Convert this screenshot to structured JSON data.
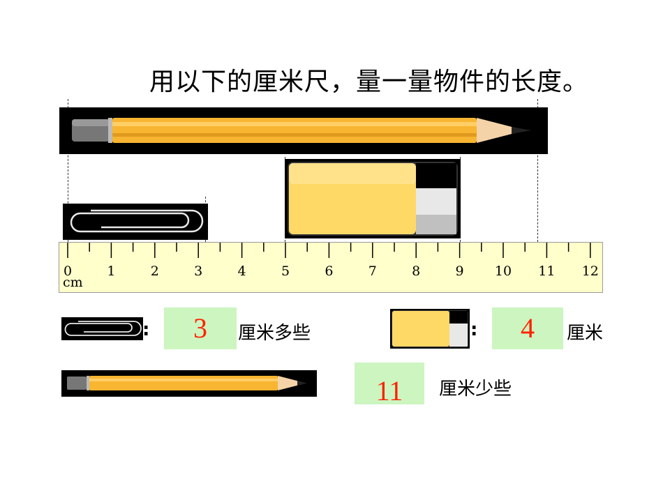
{
  "title": "用以下的厘米尺，量一量物件的长度。",
  "ruler": {
    "labels": [
      "0",
      "1",
      "2",
      "3",
      "4",
      "5",
      "6",
      "7",
      "8",
      "9",
      "10",
      "11",
      "12"
    ],
    "unit": "cm"
  },
  "answers": {
    "clip": {
      "value": "3",
      "unit": "厘米多些"
    },
    "eraser": {
      "value": "4",
      "unit": "厘米"
    },
    "pencil": {
      "value": "11",
      "unit": "厘米少些"
    }
  },
  "colon": ":",
  "colors": {
    "answer_bg": "#ccf5c0",
    "answer_text": "#ff2200",
    "ruler_bg": "#ffffcc",
    "pencil_body": "#f7b531",
    "eraser_body": "#ffd966"
  },
  "icons": [
    "pencil-icon",
    "eraser-icon",
    "paper-clip-icon"
  ]
}
